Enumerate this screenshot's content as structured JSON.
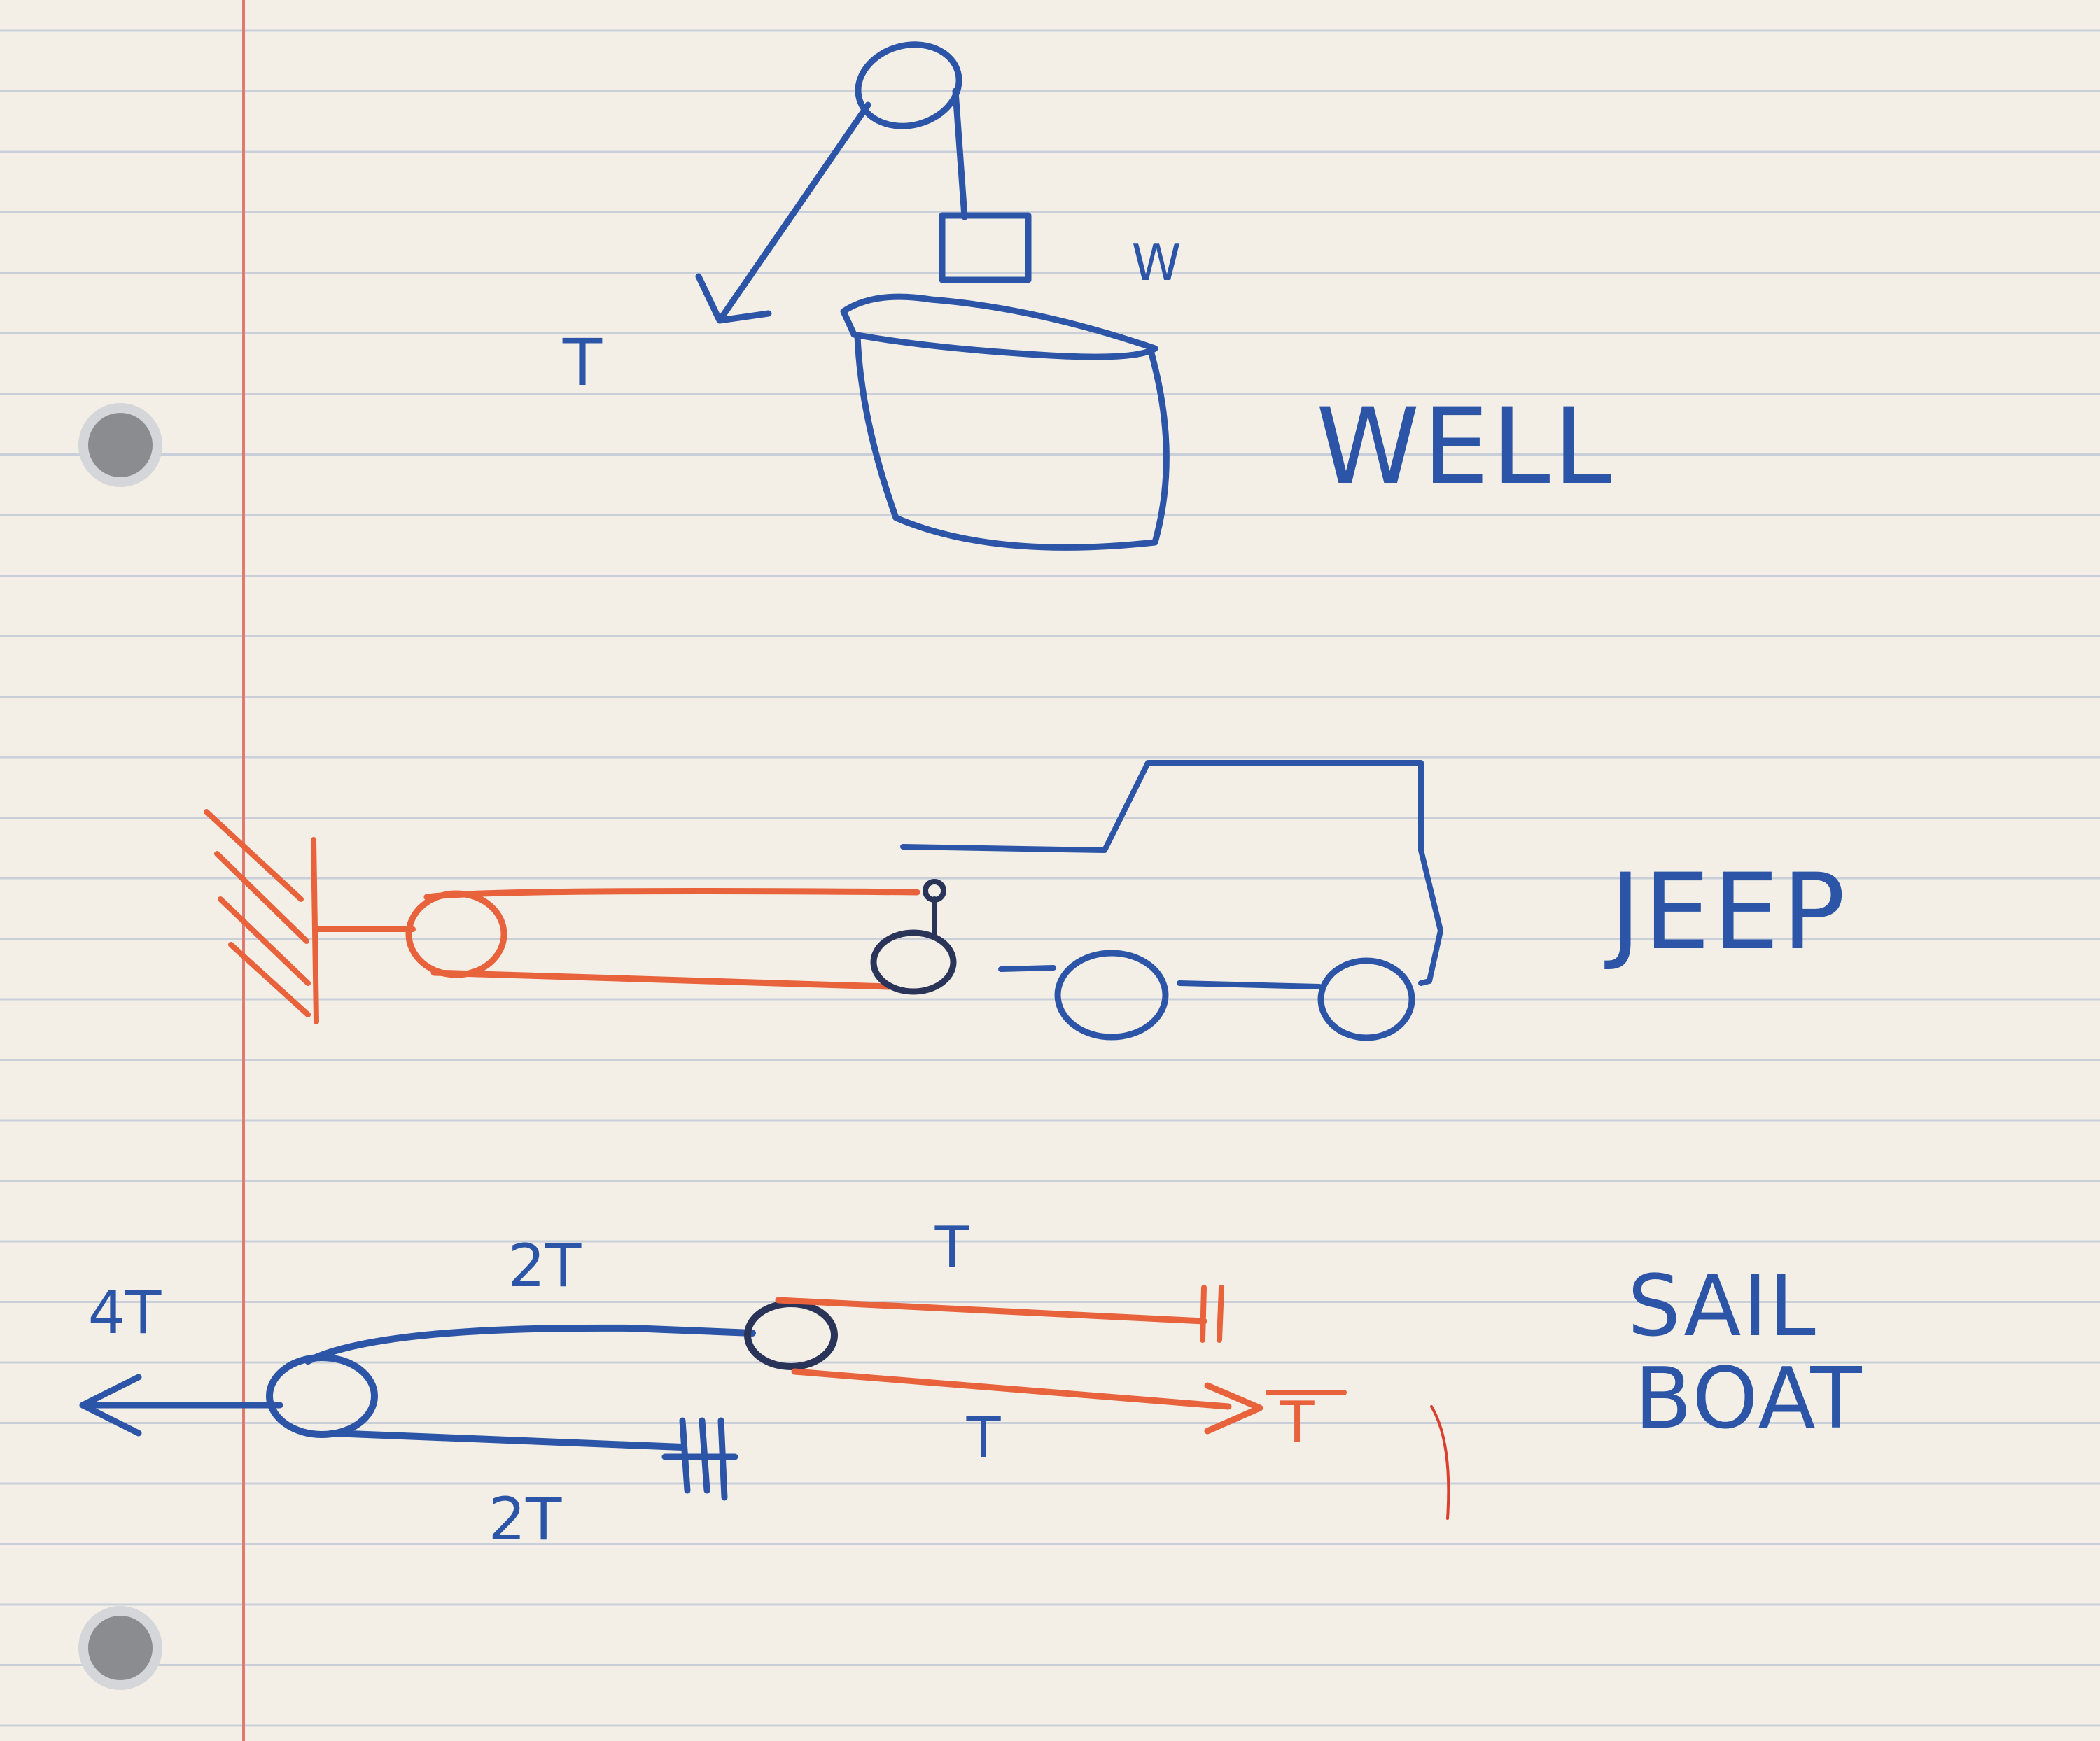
{
  "colors": {
    "paper": "#f3efe6",
    "rule_line": "#c9cfd8",
    "margin_line": "#e07a6e",
    "blue_pencil": "#2c55a8",
    "orange_pencil": "#e8623c",
    "dark_pencil": "#2a3458"
  },
  "well": {
    "label": "WELL",
    "tension_label": "T",
    "weight_label": "W"
  },
  "jeep": {
    "label": "JEEP"
  },
  "sailboat": {
    "label_line1": "SAIL",
    "label_line2": "BOAT",
    "force_left": "4T",
    "upper_blue_tension": "2T",
    "lower_blue_tension": "2T",
    "upper_orange_tension": "T",
    "lower_orange_tension": "T",
    "end_tension": "T"
  }
}
